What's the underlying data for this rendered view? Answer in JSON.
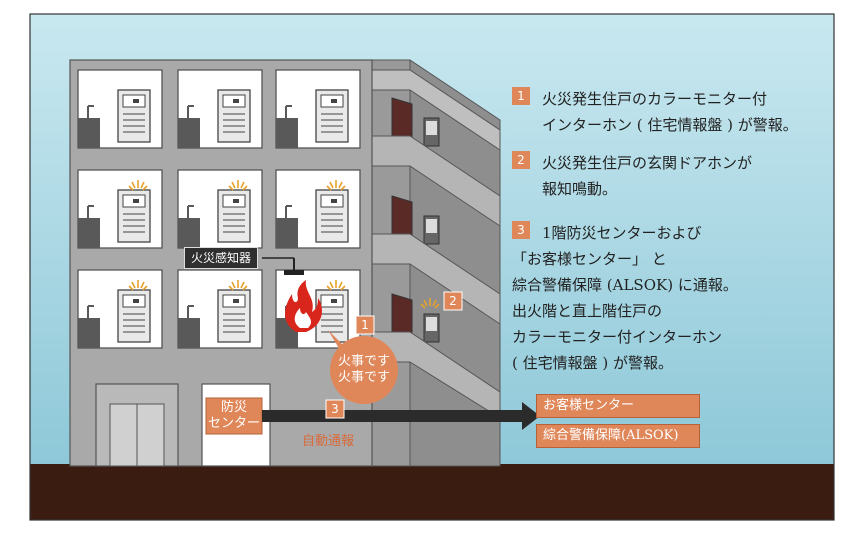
{
  "notes": [
    {
      "num": "1",
      "lines": [
        "火災発生住戸のカラーモニター付",
        "インターホン ( 住宅情報盤 ) が警報。"
      ]
    },
    {
      "num": "2",
      "lines": [
        "火災発生住戸の玄関ドアホンが",
        "報知鳴動。"
      ]
    },
    {
      "num": "3",
      "lines": [
        "1階防災センターおよび",
        "「お客様センター」 と",
        "綜合警備保障 (ALSOK) に通報。",
        "出火階と直上階住戸の",
        "カラーモニター付インターホン",
        "( 住宅情報盤 ) が警報。"
      ]
    }
  ],
  "labels": {
    "fire_detector": "火災感知器",
    "bubble_line1": "火事です",
    "bubble_line2": "火事です",
    "bubble_num": "1",
    "door_num": "2",
    "arrow_num": "3",
    "center_line1": "防災",
    "center_line2": "センター",
    "auto_report": "自動通報",
    "customer_center": "お客様センター",
    "alsok": "綜合警備保障(ALSOK)"
  },
  "colors": {
    "sky_top": "#c7e7ef",
    "sky_bottom": "#8fc9d8",
    "ground": "#3a1c10",
    "building": "#a9a9a9",
    "accent": "#e0875a",
    "arrow": "#2b2b2b"
  }
}
